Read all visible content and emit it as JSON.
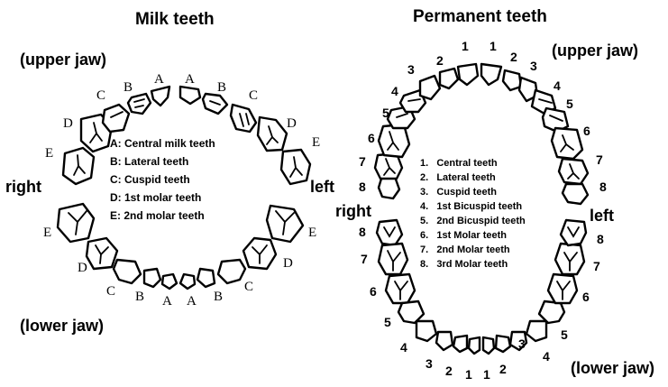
{
  "milk": {
    "title": "Milk teeth",
    "upper_jaw": "(upper jaw)",
    "lower_jaw": "(lower jaw)",
    "right": "right",
    "left": "left",
    "legend": [
      "A: Central milk teeth",
      "B: Lateral teeth",
      "C: Cuspid teeth",
      "D: 1st molar teeth",
      "E: 2nd molar teeth"
    ],
    "letters": [
      "A",
      "B",
      "C",
      "D",
      "E"
    ]
  },
  "permanent": {
    "title": "Permanent teeth",
    "upper_jaw": "(upper jaw)",
    "lower_jaw": "(lower jaw)",
    "right": "right",
    "left": "left",
    "legend": [
      "1.   Central teeth",
      "2.   Lateral teeth",
      "3.   Cuspid teeth",
      "4.   1st Bicuspid teeth",
      "5.   2nd Bicuspid teeth",
      "6.   1st Molar teeth",
      "7.   2nd Molar teeth",
      "8.   3rd Molar teeth"
    ],
    "numbers": [
      "1",
      "2",
      "3",
      "4",
      "5",
      "6",
      "7",
      "8"
    ]
  }
}
